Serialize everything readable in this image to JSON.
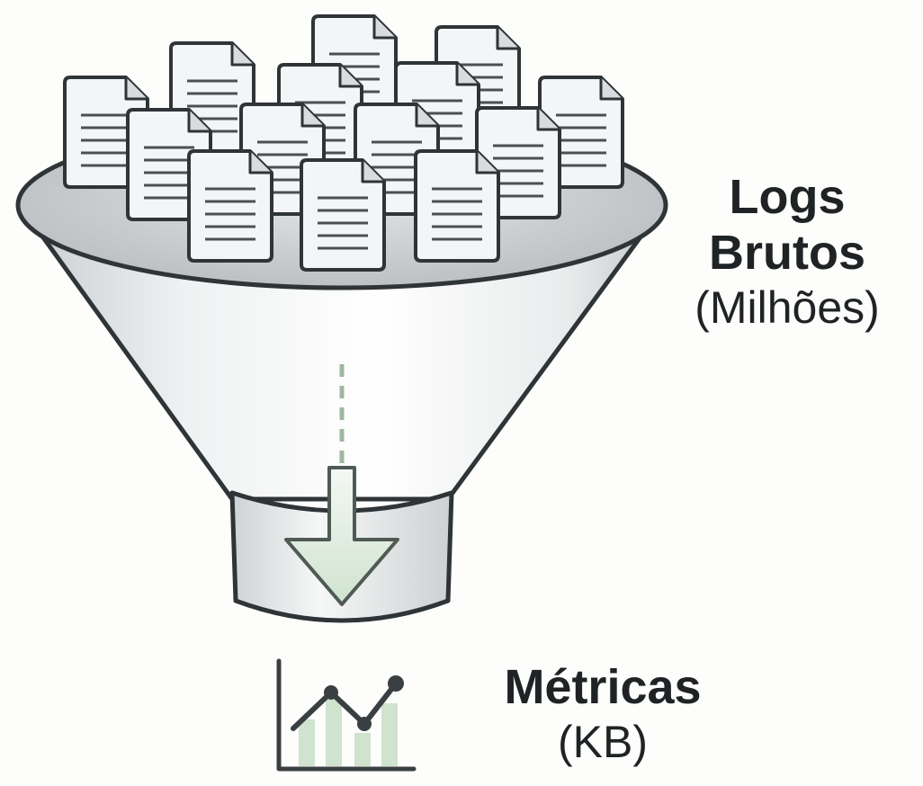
{
  "input_label": {
    "line1": "Logs",
    "line2": "Brutos",
    "line3": "(Milhões)"
  },
  "output_label": {
    "line1": "Métricas",
    "line2": "(KB)"
  },
  "icons": {
    "funnel": "funnel-icon",
    "documents": "document-icon",
    "flow_arrow": "arrow-down-icon",
    "chart": "line-chart-icon"
  },
  "colors": {
    "outline": "#2f3437",
    "document_fill": "#f4f5f6",
    "funnel_rim": "#c6c9cc",
    "funnel_body": "#eef0f1",
    "arrow_fill": "#d7ead8",
    "chart_bars": "#cfe3cf",
    "chart_line": "#3a3f42"
  },
  "document_count": 15
}
